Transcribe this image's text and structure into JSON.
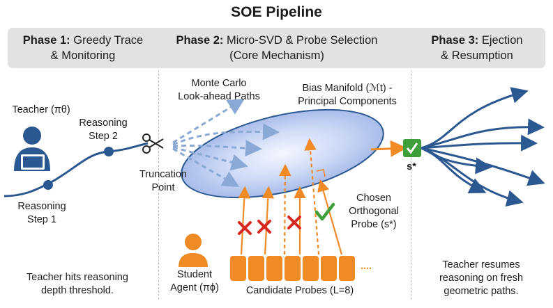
{
  "title": "SOE Pipeline",
  "phases": [
    {
      "label": "Phase 1:",
      "rest": " Greedy Trace",
      "line2": "& Monitoring"
    },
    {
      "label": "Phase 2:",
      "rest": " Micro-SVD & Probe Selection",
      "line2": "(Core Mechanism)"
    },
    {
      "label": "Phase 3:",
      "rest": " Ejection",
      "line2": "& Resumption"
    }
  ],
  "phase1": {
    "teacher_label": "Teacher (πθ)",
    "step2": [
      "Reasoning",
      "Step 2"
    ],
    "step1": [
      "Reasoning",
      "Step 1"
    ],
    "truncation": [
      "Truncation",
      "Point"
    ],
    "caption": [
      "Teacher hits reasoning",
      "depth threshold."
    ]
  },
  "phase2": {
    "monte_carlo": [
      "Monte Carlo",
      "Look-ahead Paths"
    ],
    "manifold": [
      "Bias Manifold (ℳt) -",
      "Principal Components"
    ],
    "chosen": [
      "Chosen",
      "Orthogonal",
      "Probe (s*)"
    ],
    "student": [
      "Student",
      "Agent (πϕ)"
    ],
    "candidates": "Candidate Probes (L=8)",
    "ellipsis": "....",
    "num_probes": 8
  },
  "phase3": {
    "s_star": "s*",
    "caption": [
      "Teacher resumes",
      "reasoning on fresh",
      "geometric paths."
    ]
  },
  "colors": {
    "blue": "#2b5891",
    "light_blue": "#8aa9d4",
    "orange": "#f08a24",
    "red": "#d8281f",
    "green": "#3e9e3a",
    "phase_bar": "#e2e2e2"
  }
}
